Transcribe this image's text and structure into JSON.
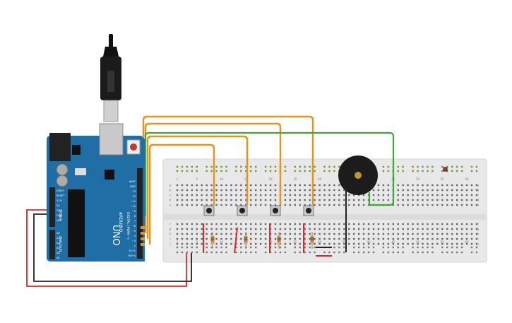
{
  "arduino": {
    "board_name": "UNO",
    "brand": "ARDUINO",
    "digital_label": "DIGITAL (PWM ~)",
    "power_label": "POWER",
    "analog_label": "ANALOG IN",
    "header_pins": [
      "AREF",
      "GND",
      "13",
      "12",
      "~11",
      "~10",
      "~9",
      "8",
      "7",
      "~6",
      "~5",
      "4",
      "~3",
      "2",
      "TX→1",
      "RX←0"
    ],
    "power_pins": [
      "IOREF",
      "RESET",
      "3.3V",
      "5V",
      "GND",
      "GND",
      "Vin"
    ],
    "analog_pins": [
      "A0",
      "A1",
      "A2",
      "A3",
      "A4",
      "A5"
    ],
    "colors": {
      "board": "#1f6ea6",
      "header": "#222222"
    }
  },
  "breadboard": {
    "column_numbers": [
      "1",
      "5",
      "10",
      "15",
      "20",
      "25",
      "30",
      "35",
      "40",
      "45",
      "50",
      "55",
      "60"
    ],
    "row_letters_top": [
      "a",
      "b",
      "c",
      "d",
      "e"
    ],
    "row_letters_bottom": [
      "f",
      "g",
      "h",
      "i",
      "j"
    ],
    "colors": {
      "body": "#e8e8e8",
      "power_top": "#6e9a2a"
    }
  },
  "wire_colors": {
    "signal": "#e8921c",
    "buzzer": "#3cab34",
    "power": "#d42b2b",
    "ground": "#222222"
  }
}
